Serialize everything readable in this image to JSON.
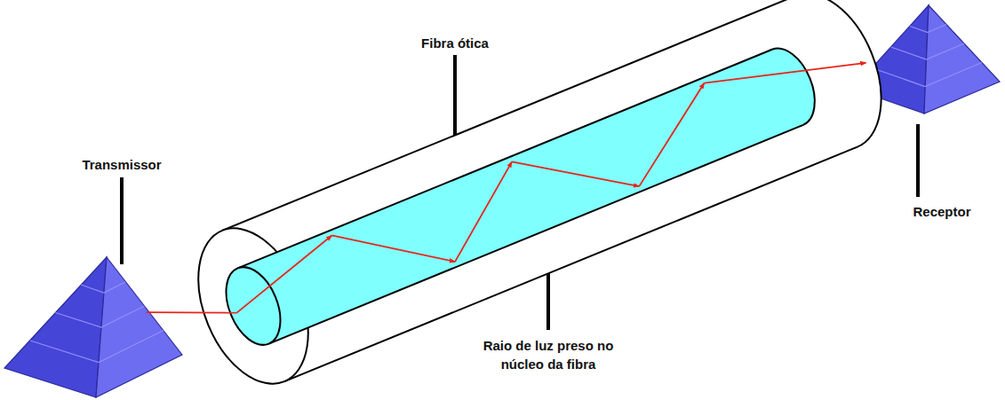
{
  "diagram": {
    "labels": [
      "Fibra ótica",
      "Transmissor",
      "Raio de luz preso no núcleo da fibra",
      "Receptor"
    ]
  }
}
